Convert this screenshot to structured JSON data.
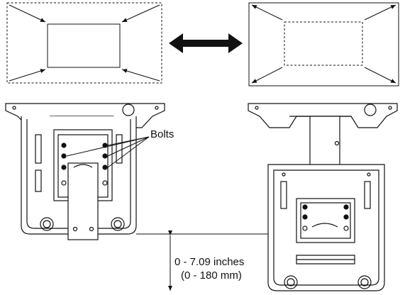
{
  "labels": {
    "bolts": "Bolts",
    "range_inches": "0 - 7.09 inches",
    "range_mm": "(0 - 180 mm)"
  }
}
